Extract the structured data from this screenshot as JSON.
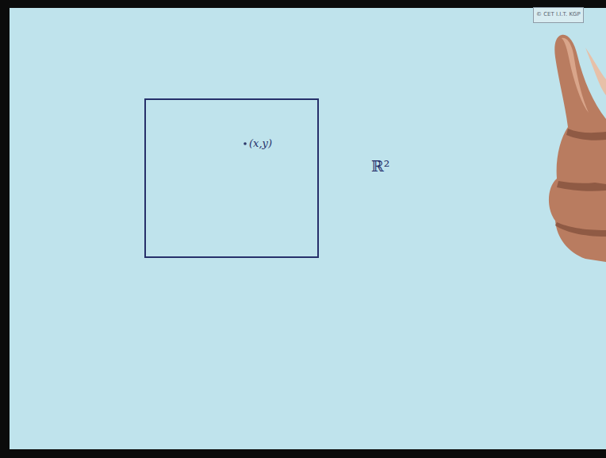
{
  "diagram": {
    "nodes": [
      {
        "text": [
          "© CET I.I.T. KGP"
        ]
      },
      {
        "text": [
          "(x,y)"
        ]
      }
    ],
    "labels": [
      "ℝ²"
    ]
  }
}
